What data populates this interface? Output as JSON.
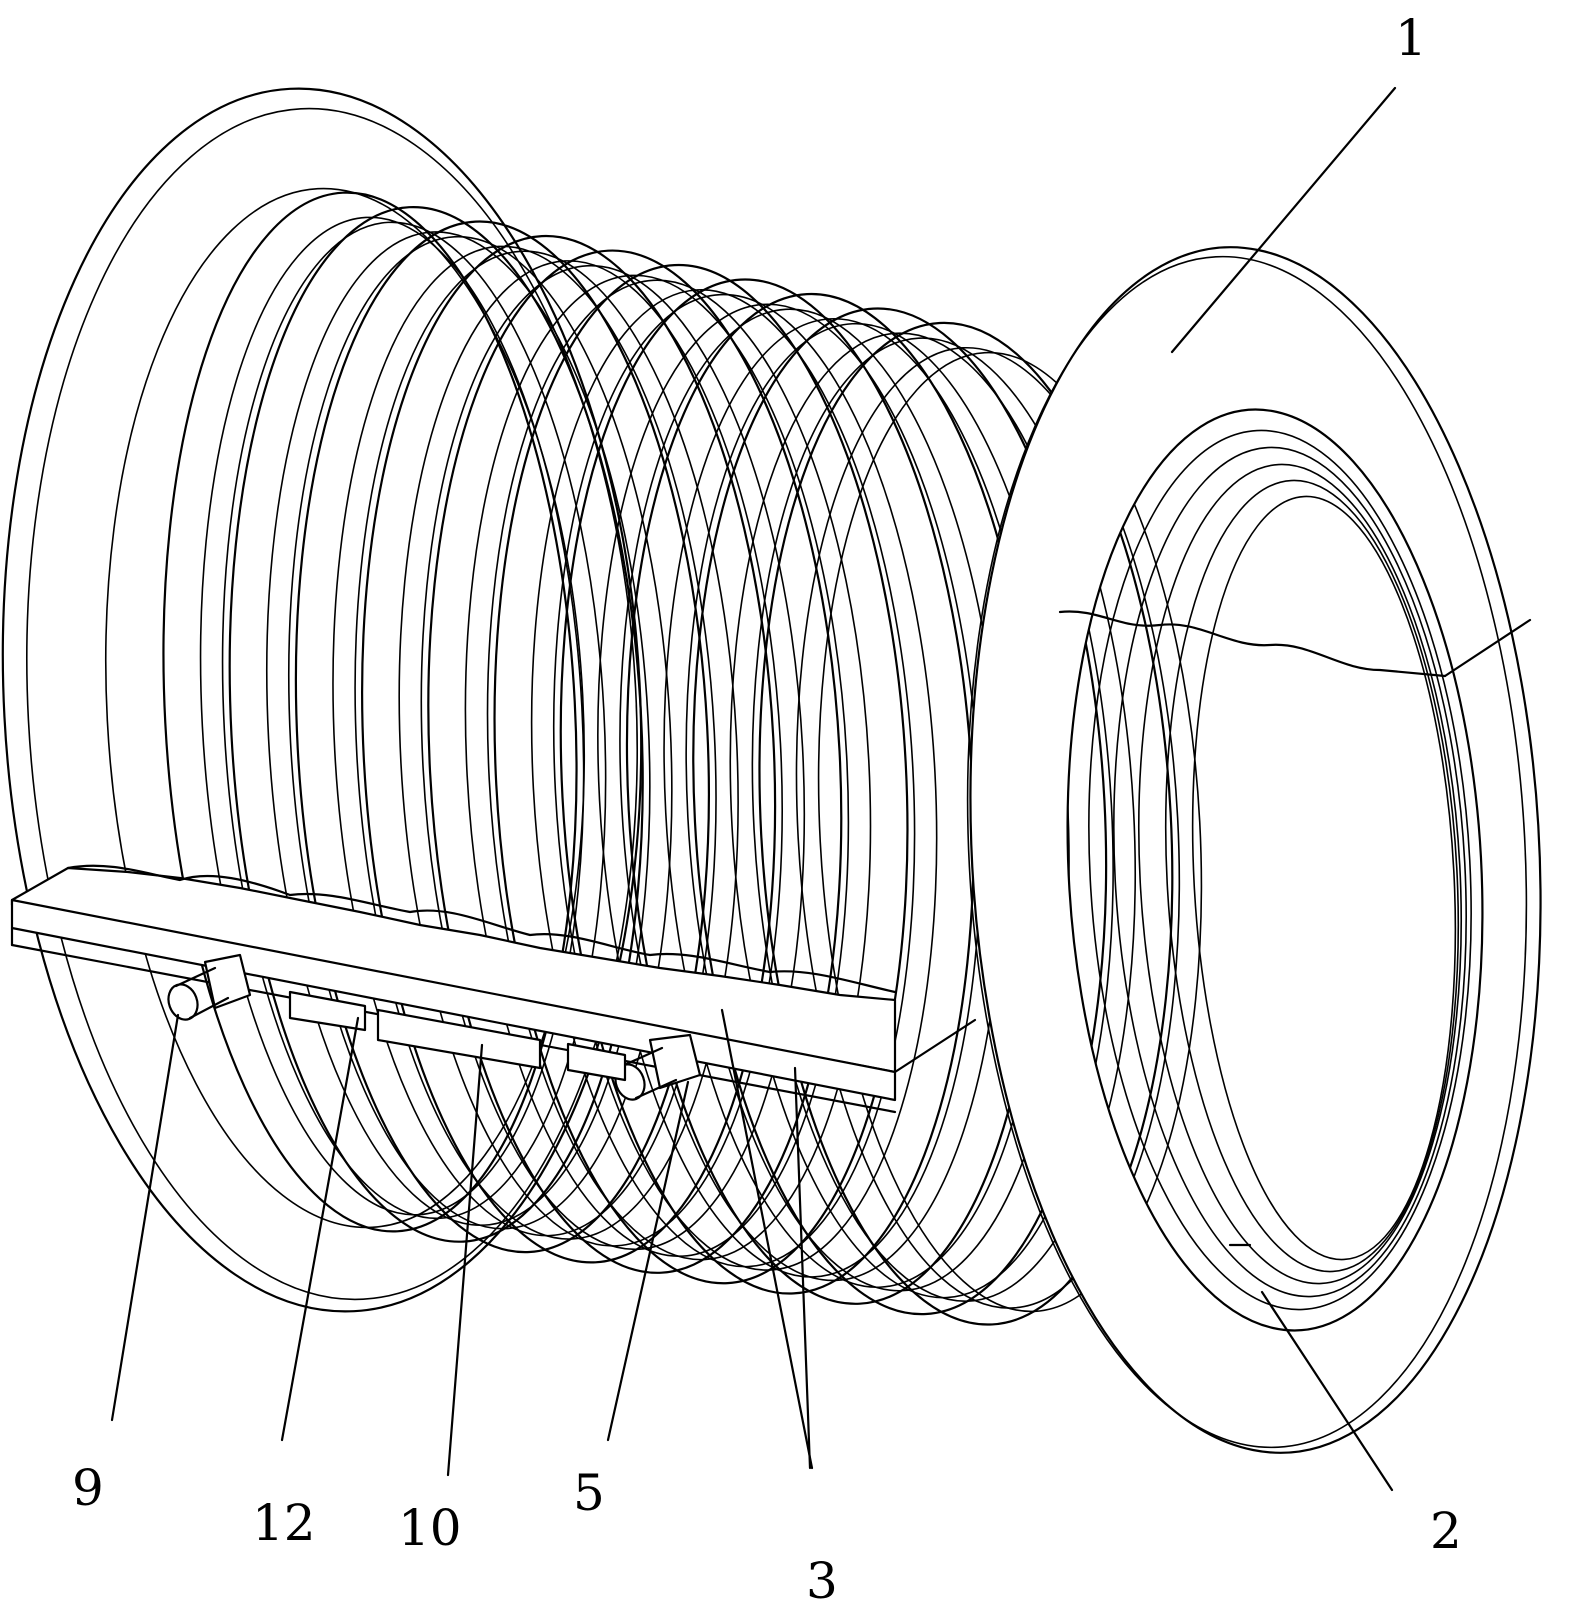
{
  "figure": {
    "labels": [
      {
        "id": "1",
        "text": "1"
      },
      {
        "id": "2",
        "text": "2"
      },
      {
        "id": "3",
        "text": "3"
      },
      {
        "id": "5",
        "text": "5"
      },
      {
        "id": "9",
        "text": "9"
      },
      {
        "id": "10",
        "text": "10"
      },
      {
        "id": "12",
        "text": "12"
      }
    ]
  }
}
